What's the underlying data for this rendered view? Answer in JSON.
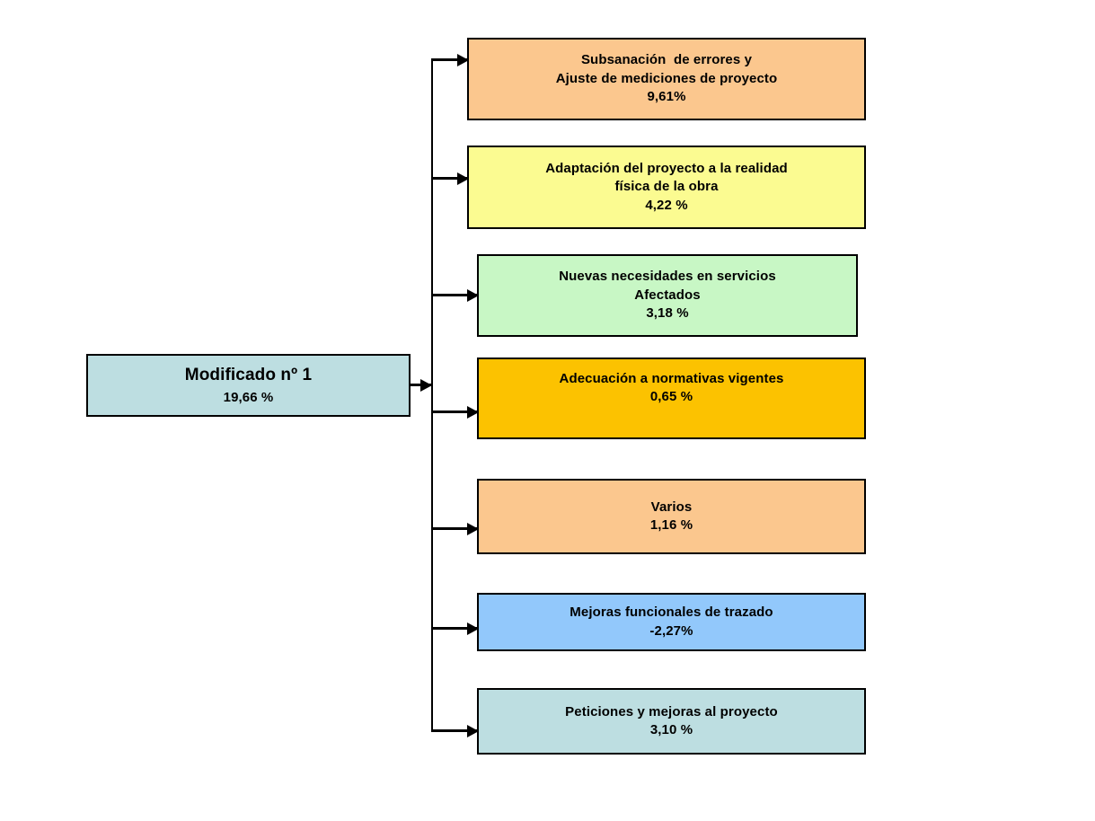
{
  "diagram": {
    "title": "Modificado nº 1 breakdown",
    "root": {
      "label": "Modificado nº 1",
      "value": "19,66 %",
      "color": "#bddee1"
    },
    "branches": [
      {
        "id": "subsanacion-errores",
        "line1": "Subsanación  de errores y",
        "line2": "Ajuste de mediciones de proyecto",
        "value": "9,61%",
        "color": "#fbc78e"
      },
      {
        "id": "adaptacion-proyecto",
        "line1": "Adaptación del proyecto a la realidad",
        "line2": "física de la obra",
        "value": "4,22 %",
        "color": "#fbfb91"
      },
      {
        "id": "nuevas-necesidades-servicios",
        "line1": "Nuevas necesidades en servicios",
        "line2": "Afectados",
        "value": "3,18 %",
        "color": "#c8f7c5"
      },
      {
        "id": "adecuacion-normativas",
        "line1": "Adecuación a normativas vigentes",
        "line2": "",
        "value": "0,65 %",
        "color": "#fcc200"
      },
      {
        "id": "varios",
        "line1": "Varios",
        "line2": "",
        "value": "1,16 %",
        "color": "#fbc78e"
      },
      {
        "id": "mejoras-funcionales-trazado",
        "line1": "Mejoras funcionales de trazado",
        "line2": "",
        "value": "-2,27%",
        "color": "#92c8fb"
      },
      {
        "id": "peticiones-mejoras-proyecto",
        "line1": "Peticiones y mejoras al proyecto",
        "line2": "",
        "value": "3,10 %",
        "color": "#bddee1"
      }
    ]
  },
  "chart_data": {
    "type": "bar",
    "title": "Modificado nº 1 - 19,66 %",
    "categories": [
      "Subsanación de errores y Ajuste de mediciones de proyecto",
      "Adaptación del proyecto a la realidad física de la obra",
      "Nuevas necesidades en servicios Afectados",
      "Adecuación a normativas vigentes",
      "Varios",
      "Mejoras funcionales de trazado",
      "Peticiones y mejoras al proyecto"
    ],
    "values": [
      9.61,
      4.22,
      3.18,
      0.65,
      1.16,
      -2.27,
      3.1
    ],
    "value_labels": [
      "9,61%",
      "4,22 %",
      "3,18 %",
      "0,65 %",
      "1,16 %",
      "-2,27%",
      "3,10 %"
    ],
    "total": 19.66,
    "total_label": "19,66 %",
    "xlabel": "",
    "ylabel": "",
    "grid": false,
    "legend": "none"
  }
}
